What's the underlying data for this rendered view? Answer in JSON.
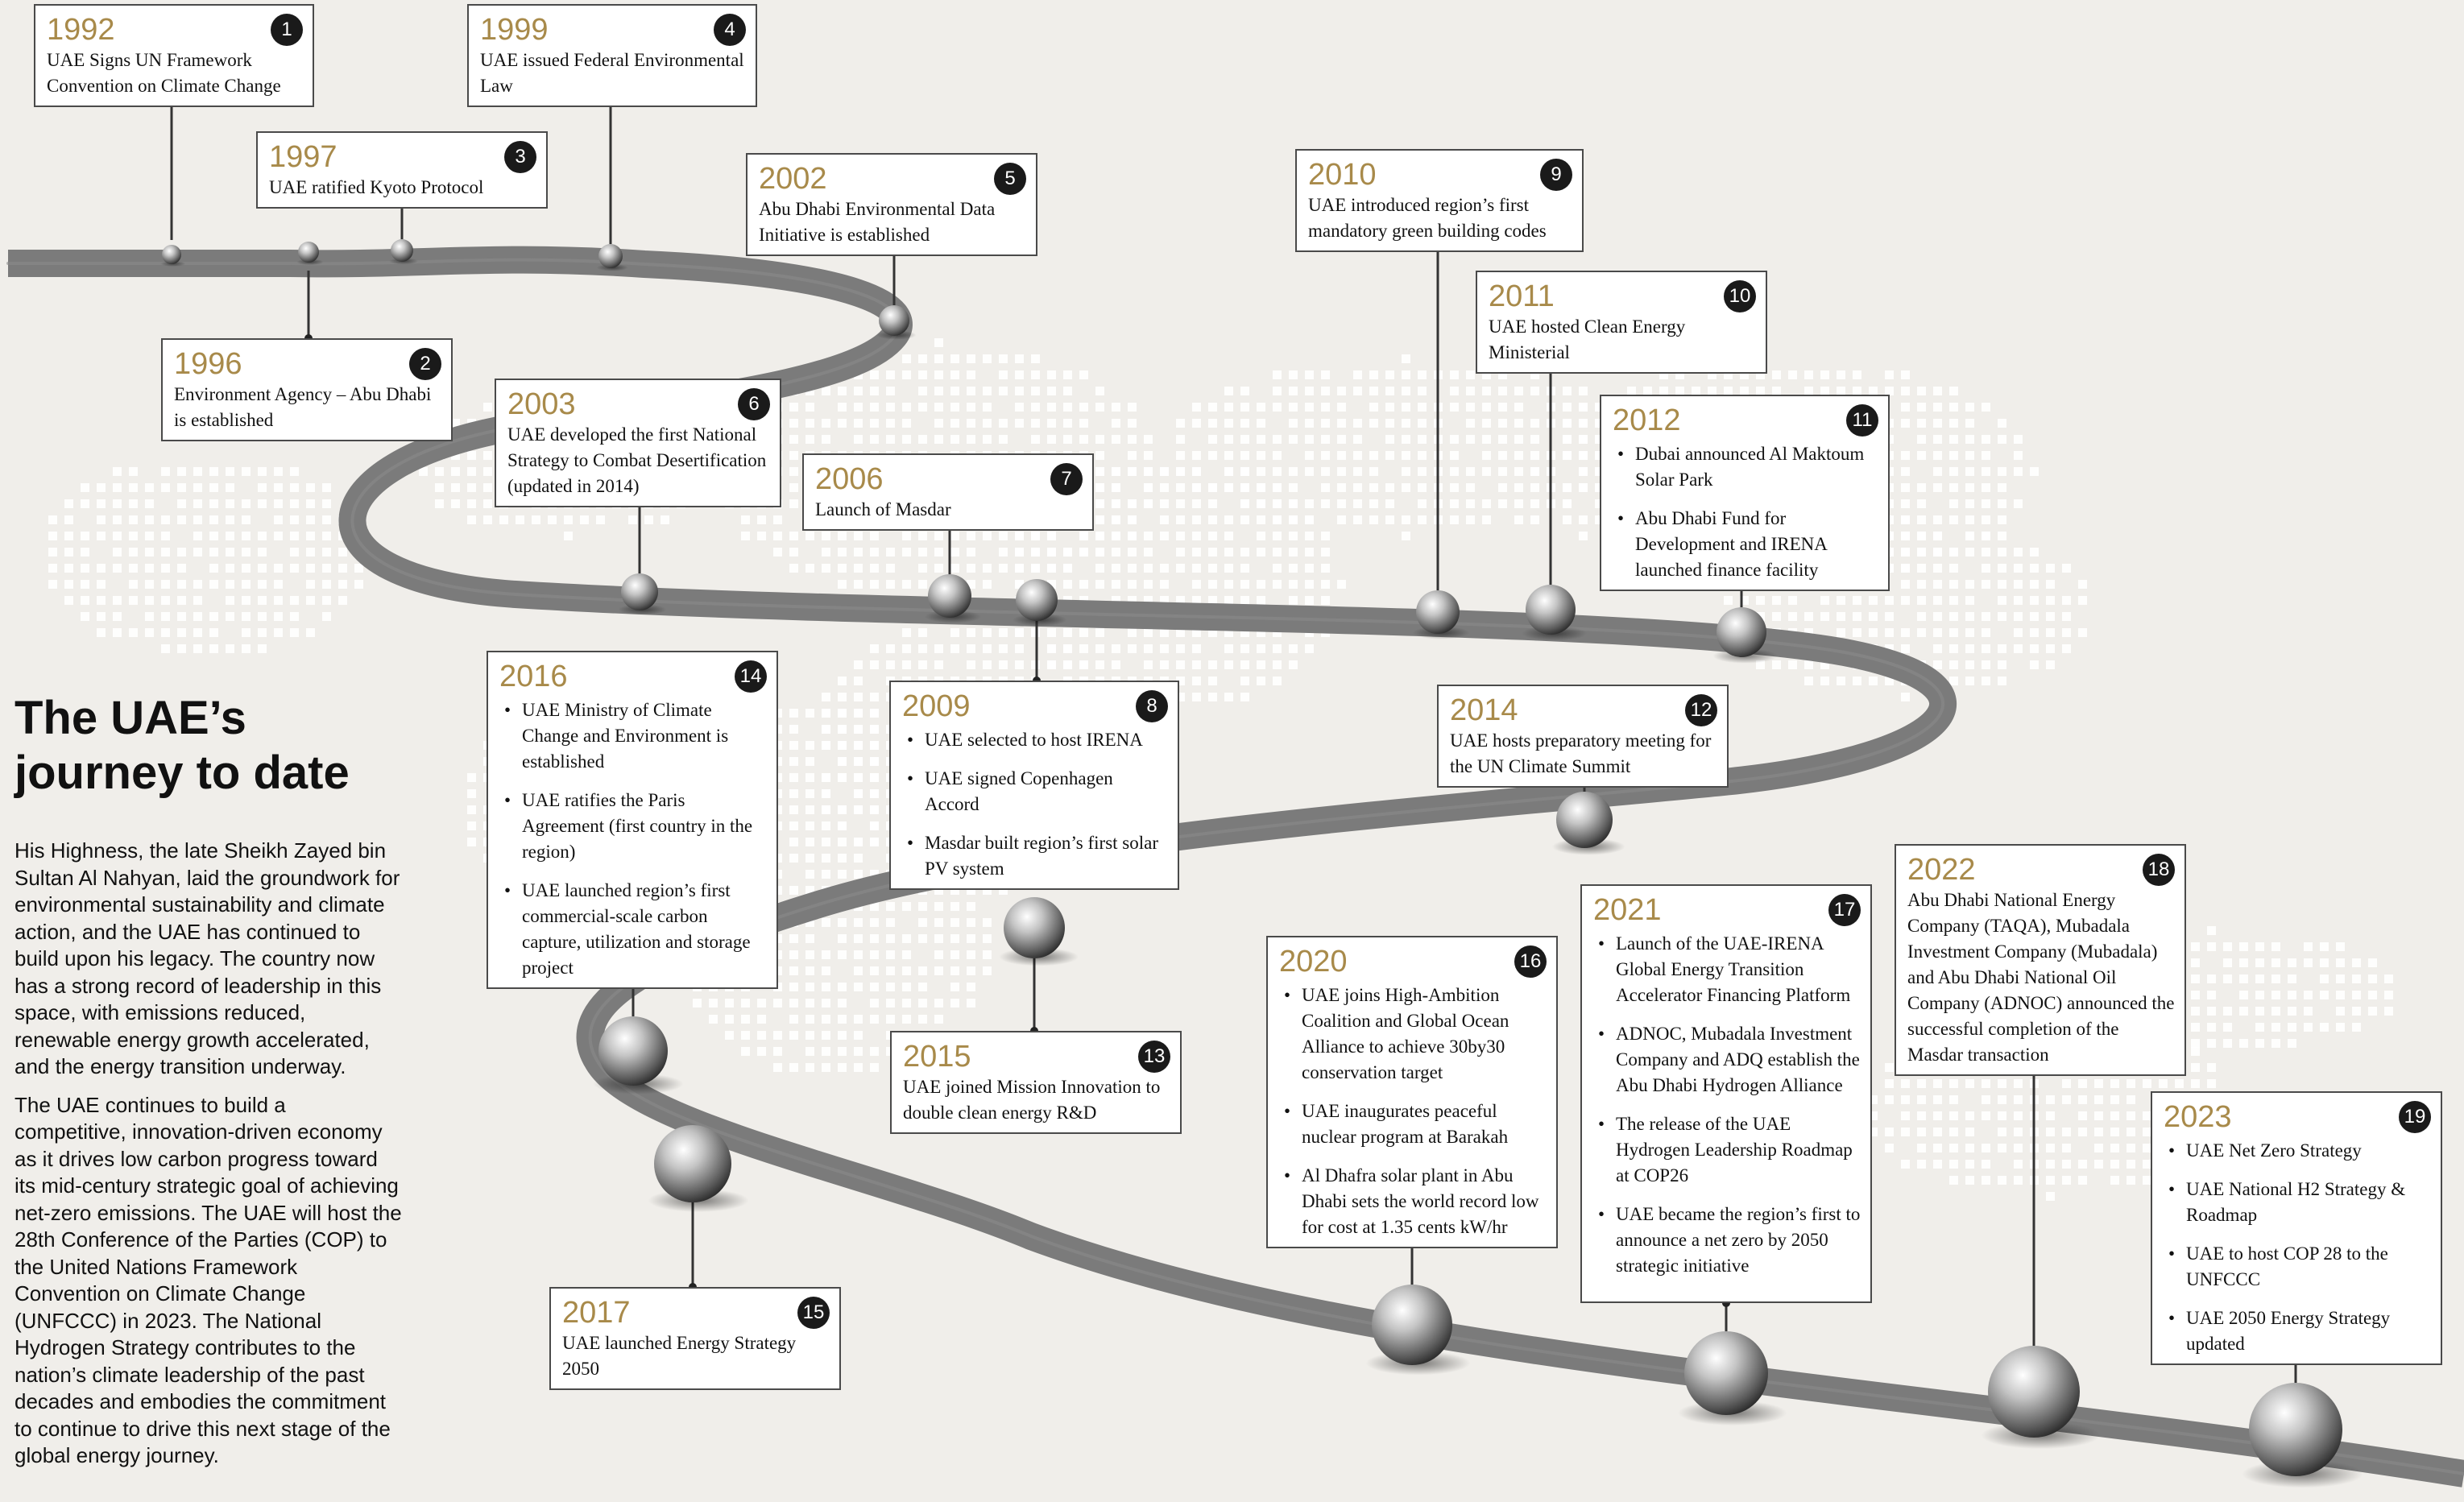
{
  "title": "The UAE’s journey to date",
  "intro": [
    "His Highness, the late Sheikh Zayed bin Sultan Al Nahyan, laid the groundwork for environmental sustainability and climate action, and the UAE has continued to build upon his legacy. The country now has a strong record of leadership in this space, with emissions reduced, renewable energy growth accelerated, and the energy transition underway.",
    "The UAE continues to build a competitive, innovation-driven economy as it drives low carbon progress toward its mid-century strategic goal of achieving net-zero emissions. The UAE will host the 28th Conference of the Parties (COP) to the United Nations Framework Convention on Climate Change (UNFCCC) in 2023. The National Hydrogen Strategy contributes to the nation’s climate leadership of the past decades and embodies the commitment to continue to drive this next stage of the global energy journey."
  ],
  "colors": {
    "year": "#a88a4a",
    "road": "#7b7b7b",
    "badge": "#1a1a1a",
    "background": "#f0eeea",
    "map_dots": "#ffffff"
  },
  "milestones": [
    {
      "num": "1",
      "year": "1992",
      "text": "UAE Signs UN Framework Convention on Climate Change"
    },
    {
      "num": "2",
      "year": "1996",
      "text": "Environment Agency – Abu Dhabi is established"
    },
    {
      "num": "3",
      "year": "1997",
      "text": "UAE ratified Kyoto Protocol"
    },
    {
      "num": "4",
      "year": "1999",
      "text": "UAE issued Federal Environmental Law"
    },
    {
      "num": "5",
      "year": "2002",
      "text": "Abu Dhabi Environmental Data Initiative is established"
    },
    {
      "num": "6",
      "year": "2003",
      "text": "UAE developed the first National Strategy to Combat Desertification (updated in 2014)"
    },
    {
      "num": "7",
      "year": "2006",
      "text": "Launch of Masdar"
    },
    {
      "num": "8",
      "year": "2009",
      "items": [
        "UAE selected to host IRENA",
        "UAE signed Copenhagen Accord",
        "Masdar built region’s first solar PV system"
      ]
    },
    {
      "num": "9",
      "year": "2010",
      "text": "UAE introduced region’s first mandatory green building codes"
    },
    {
      "num": "10",
      "year": "2011",
      "text": "UAE hosted Clean Energy Ministerial"
    },
    {
      "num": "11",
      "year": "2012",
      "items": [
        "Dubai announced Al Maktoum Solar Park",
        "Abu Dhabi Fund for Development and IRENA launched finance facility"
      ]
    },
    {
      "num": "12",
      "year": "2014",
      "text": "UAE hosts preparatory meeting for the UN Climate Summit"
    },
    {
      "num": "13",
      "year": "2015",
      "text": "UAE joined Mission Innovation to double clean energy R&D"
    },
    {
      "num": "14",
      "year": "2016",
      "items": [
        "UAE Ministry of Climate Change and Environment is established",
        "UAE ratifies the Paris Agreement (first country in the region)",
        "UAE launched region’s first commercial-scale carbon capture, utilization and storage project"
      ]
    },
    {
      "num": "15",
      "year": "2017",
      "text": "UAE launched Energy Strategy 2050"
    },
    {
      "num": "16",
      "year": "2020",
      "items": [
        "UAE joins High-Ambition Coalition and Global Ocean Alliance to achieve 30by30 conservation target",
        "UAE inaugurates peaceful nuclear program at Barakah",
        "Al Dhafra solar plant in Abu Dhabi sets the world record low for cost at 1.35 cents kW/hr"
      ]
    },
    {
      "num": "17",
      "year": "2021",
      "items": [
        "Launch of the UAE-IRENA Global Energy Transition Accelerator Financing Platform",
        "ADNOC, Mubadala Investment Company and ADQ establish the Abu Dhabi Hydrogen Alliance",
        "The release of the UAE Hydrogen Leadership Roadmap at COP26",
        "UAE became the region’s first to announce a net zero by 2050 strategic initiative"
      ]
    },
    {
      "num": "18",
      "year": "2022",
      "text": "Abu Dhabi National Energy Company (TAQA), Mubadala Investment Company (Mubadala) and Abu Dhabi National Oil Company (ADNOC) announced the successful completion of the Masdar transaction"
    },
    {
      "num": "19",
      "year": "2023",
      "items": [
        "UAE Net Zero Strategy",
        "UAE National H2 Strategy & Roadmap",
        "UAE to host COP 28 to the UNFCCC",
        "UAE 2050 Energy Strategy updated"
      ]
    }
  ]
}
